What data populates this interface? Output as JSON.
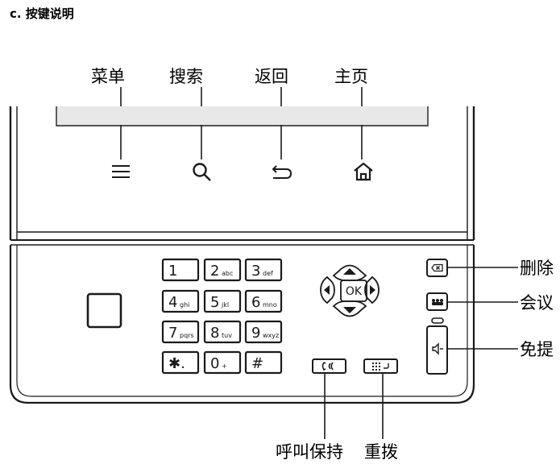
{
  "section_title": "c. 按键说明",
  "top_labels": {
    "menu": "菜单",
    "search": "搜索",
    "back": "返回",
    "home": "主页"
  },
  "side_labels": {
    "delete": "删除",
    "conference": "会议",
    "handsfree": "免提"
  },
  "bottom_labels": {
    "call_hold": "呼叫保持",
    "redial": "重拨"
  },
  "keypad": [
    {
      "main": "1",
      "sub": ""
    },
    {
      "main": "2",
      "sub": "abc"
    },
    {
      "main": "3",
      "sub": "def"
    },
    {
      "main": "4",
      "sub": "ghi"
    },
    {
      "main": "5",
      "sub": "jkl"
    },
    {
      "main": "6",
      "sub": "mno"
    },
    {
      "main": "7",
      "sub": "pqrs"
    },
    {
      "main": "8",
      "sub": "tuv"
    },
    {
      "main": "9",
      "sub": "wxyz"
    },
    {
      "main": "✱.",
      "sub": ""
    },
    {
      "main": "0",
      "sub": "+"
    },
    {
      "main": "#",
      "sub": ""
    }
  ],
  "nav_ok": "OK"
}
